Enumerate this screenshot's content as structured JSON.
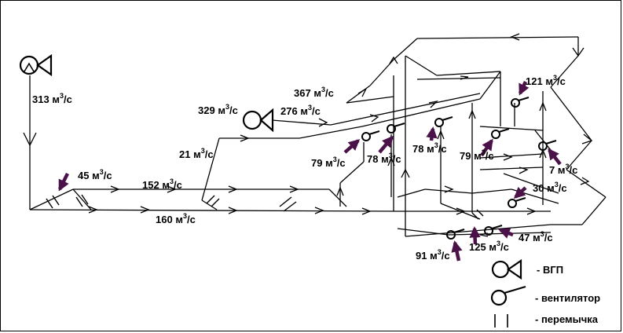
{
  "flow_labels": [
    {
      "id": "q313",
      "value": "313",
      "unit": "м",
      "exp": "3",
      "den": "/с"
    },
    {
      "id": "q329",
      "value": "329",
      "unit": "м",
      "exp": "3",
      "den": "/с"
    },
    {
      "id": "q367",
      "value": "367",
      "unit": "м",
      "exp": "3",
      "den": "/с"
    },
    {
      "id": "q276",
      "value": "276",
      "unit": "м",
      "exp": "3",
      "den": "/с"
    },
    {
      "id": "q121",
      "value": "121",
      "unit": "м",
      "exp": "3",
      "den": "/с"
    },
    {
      "id": "q21",
      "value": "21",
      "unit": "м",
      "exp": "3",
      "den": "/с"
    },
    {
      "id": "q79a",
      "value": "79",
      "unit": "м",
      "exp": "3",
      "den": "/с"
    },
    {
      "id": "q78a",
      "value": "78",
      "unit": "м",
      "exp": "3",
      "den": "/с"
    },
    {
      "id": "q78b",
      "value": "78",
      "unit": "м",
      "exp": "3",
      "den": "/с"
    },
    {
      "id": "q79b",
      "value": "79",
      "unit": "м",
      "exp": "3",
      "den": "/с"
    },
    {
      "id": "q7",
      "value": "7",
      "unit": "м",
      "exp": "3",
      "den": "/с"
    },
    {
      "id": "q45",
      "value": "45",
      "unit": "м",
      "exp": "3",
      "den": "/с"
    },
    {
      "id": "q152",
      "value": "152",
      "unit": "м",
      "exp": "3",
      "den": "/с"
    },
    {
      "id": "q30",
      "value": "30",
      "unit": "м",
      "exp": "3",
      "den": "/с"
    },
    {
      "id": "q160",
      "value": "160",
      "unit": "м",
      "exp": "3",
      "den": "/с"
    },
    {
      "id": "q47",
      "value": "47",
      "unit": "м",
      "exp": "3",
      "den": "/с"
    },
    {
      "id": "q91",
      "value": "91",
      "unit": "м",
      "exp": "3",
      "den": "/с"
    },
    {
      "id": "q125",
      "value": "125",
      "unit": "м",
      "exp": "3",
      "den": "/с"
    }
  ],
  "legend": {
    "vgp": "- ВГП",
    "fan": "- вентилятор",
    "bridge": "- перемычка"
  },
  "colors": {
    "line": "#000000",
    "arrow_accent": "#4a1248",
    "background": "#ffffff"
  }
}
